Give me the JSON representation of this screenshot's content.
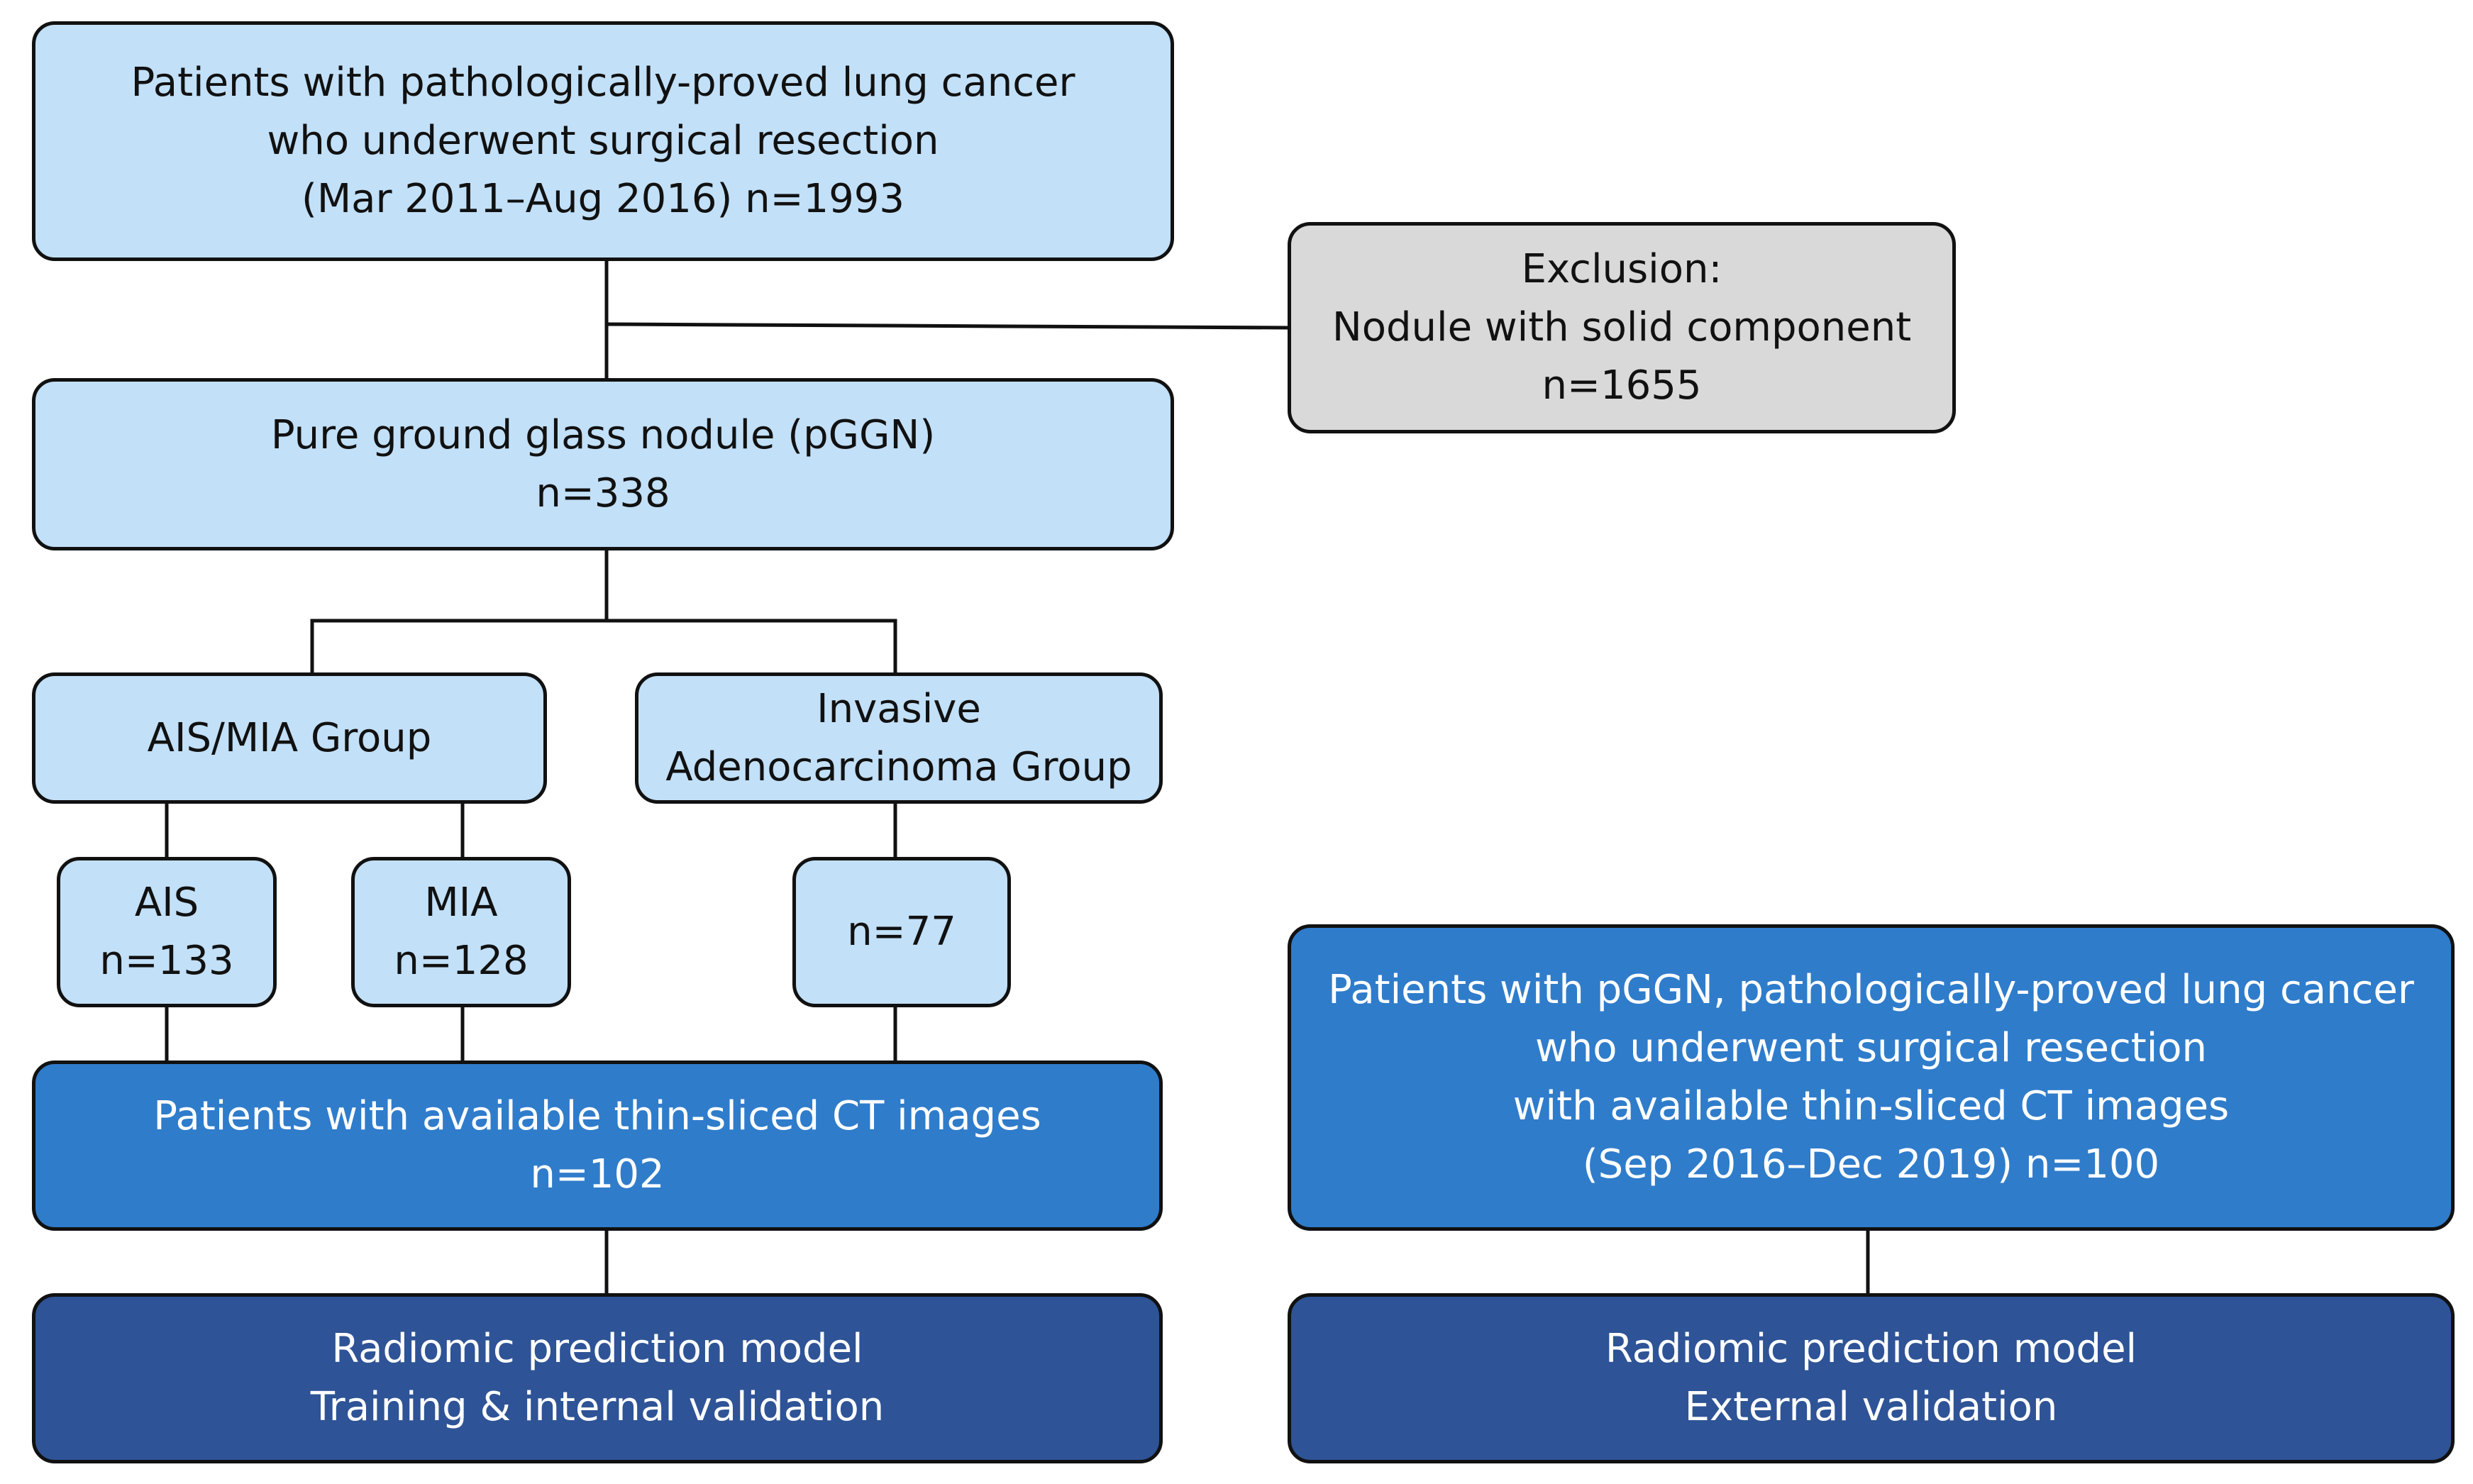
{
  "nodes": {
    "patients": {
      "lines": [
        "Patients with pathologically-proved lung cancer",
        "who underwent surgical resection",
        "(Mar 2011–Aug 2016)  n=1993"
      ]
    },
    "exclusion": {
      "lines": [
        "Exclusion:",
        "Nodule with solid component",
        "n=1655"
      ]
    },
    "pggn": {
      "lines": [
        "Pure ground glass nodule (pGGN)",
        "n=338"
      ]
    },
    "ais_mia_group": {
      "lines": [
        "AIS/MIA Group"
      ]
    },
    "invasive_group": {
      "lines": [
        "Invasive",
        "Adenocarcinoma Group"
      ]
    },
    "ais": {
      "lines": [
        "AIS",
        "n=133"
      ]
    },
    "mia": {
      "lines": [
        "MIA",
        "n=128"
      ]
    },
    "invasive_count": {
      "lines": [
        "n=77"
      ]
    },
    "thin_ct": {
      "lines": [
        "Patients with available thin-sliced CT images",
        "n=102"
      ]
    },
    "external_cohort": {
      "lines": [
        "Patients with pGGN, pathologically-proved lung cancer",
        "who underwent surgical resection",
        "with available  thin-sliced CT images",
        "(Sep 2016–Dec 2019)  n=100"
      ]
    },
    "model_internal": {
      "lines": [
        "Radiomic prediction model",
        "Training & internal validation"
      ]
    },
    "model_external": {
      "lines": [
        "Radiomic prediction model",
        "External validation"
      ]
    }
  },
  "colors": {
    "light_box": "#c2e0f8",
    "grey_box": "#d9d9d9",
    "mid_box": "#2f7ccb",
    "dark_box": "#2e5396",
    "border": "#111111",
    "connector": "#111111"
  }
}
